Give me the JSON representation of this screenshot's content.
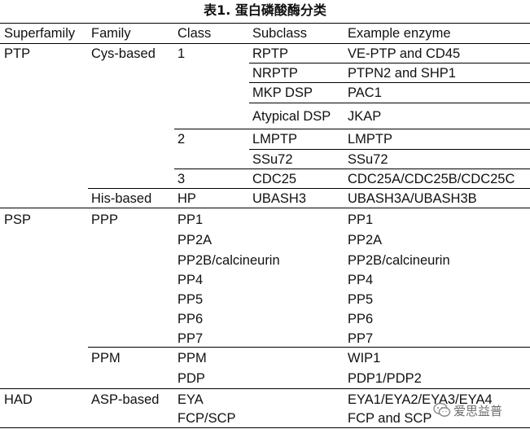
{
  "caption": "表1. 蛋白磷酸酶分类",
  "headers": {
    "superfamily": "Superfamily",
    "family": "Family",
    "class": "Class",
    "subclass": "Subclass",
    "example": "Example enzyme"
  },
  "rows": [
    {
      "superfamily": "PTP",
      "family": "Cys-based",
      "class": "1",
      "subclass": "RPTP",
      "example": "VE-PTP and CD45"
    },
    {
      "superfamily": "",
      "family": "",
      "class": "",
      "subclass": "NRPTP",
      "example": "PTPN2 and SHP1"
    },
    {
      "superfamily": "",
      "family": "",
      "class": "",
      "subclass": "MKP DSP",
      "example": "PAC1"
    },
    {
      "superfamily": "",
      "family": "",
      "class": "",
      "subclass": "Atypical DSP",
      "example": "JKAP"
    },
    {
      "superfamily": "",
      "family": "",
      "class": "2",
      "subclass": "LMPTP",
      "example": "LMPTP"
    },
    {
      "superfamily": "",
      "family": "",
      "class": "",
      "subclass": "SSu72",
      "example": "SSu72"
    },
    {
      "superfamily": "",
      "family": "",
      "class": "3",
      "subclass": "CDC25",
      "example": "CDC25A/CDC25B/CDC25C"
    },
    {
      "superfamily": "",
      "family": "His-based",
      "class": "HP",
      "subclass": "UBASH3",
      "example": "UBASH3A/UBASH3B"
    },
    {
      "superfamily": "PSP",
      "family": "PPP",
      "class": "PP1",
      "subclass": "",
      "example": "PP1"
    },
    {
      "superfamily": "",
      "family": "",
      "class": "PP2A",
      "subclass": "",
      "example": "PP2A"
    },
    {
      "superfamily": "",
      "family": "",
      "class": "PP2B/calcineurin",
      "subclass": "",
      "example": "PP2B/calcineurin"
    },
    {
      "superfamily": "",
      "family": "",
      "class": "PP4",
      "subclass": "",
      "example": "PP4"
    },
    {
      "superfamily": "",
      "family": "",
      "class": "PP5",
      "subclass": "",
      "example": "PP5"
    },
    {
      "superfamily": "",
      "family": "",
      "class": "PP6",
      "subclass": "",
      "example": "PP6"
    },
    {
      "superfamily": "",
      "family": "",
      "class": "PP7",
      "subclass": "",
      "example": "PP7"
    },
    {
      "superfamily": "",
      "family": "PPM",
      "class": "PPM",
      "subclass": "",
      "example": "WIP1"
    },
    {
      "superfamily": "",
      "family": "",
      "class": "PDP",
      "subclass": "",
      "example": "PDP1/PDP2"
    },
    {
      "superfamily": "HAD",
      "family": "ASP-based",
      "class": "EYA",
      "subclass": "",
      "example": "EYA1/EYA2/EYA3/EYA4"
    },
    {
      "superfamily": "",
      "family": "",
      "class": "FCP/SCP",
      "subclass": "",
      "example": "FCP and SCP"
    }
  ],
  "watermark": "爱思益普"
}
